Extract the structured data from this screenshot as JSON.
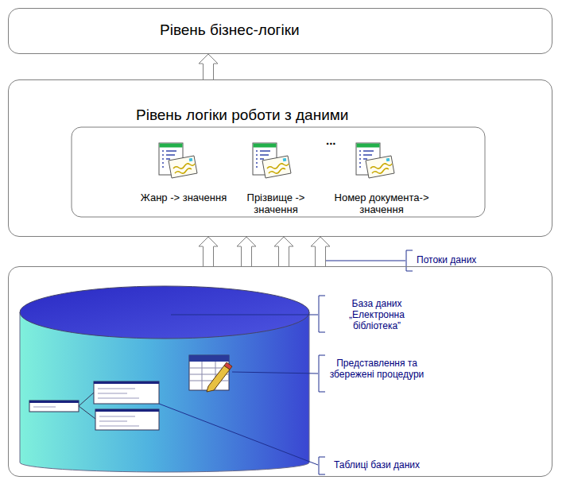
{
  "diagram": {
    "nodes": [
      {
        "text": [
          "Рівень бізнес-логіки"
        ]
      },
      {
        "text": [
          "Рівень логіки роботи з даними"
        ]
      },
      {
        "text": [
          "Жанр -> значення"
        ],
        "in": 1
      },
      {
        "text": [
          "Прізвище -> значення"
        ],
        "in": 1
      },
      {
        "text": [
          "Номер документа-> значення"
        ],
        "in": 1
      },
      {
        "text": [
          "База даних „Електронна бібліотека”",
          "Представлення та збережені процедури",
          "Таблиці бази даних"
        ]
      }
    ],
    "edges": [
      {
        "from": 1,
        "to": 0,
        "arrow": "to"
      },
      {
        "from": 5,
        "to": 1,
        "arrow": "to"
      },
      {
        "from": 5,
        "to": 1,
        "arrow": "to"
      },
      {
        "from": 5,
        "to": 1,
        "arrow": "to"
      },
      {
        "from": 5,
        "to": 1,
        "arrow": "to"
      }
    ],
    "labels": [
      "...",
      "Потоки даних"
    ]
  }
}
